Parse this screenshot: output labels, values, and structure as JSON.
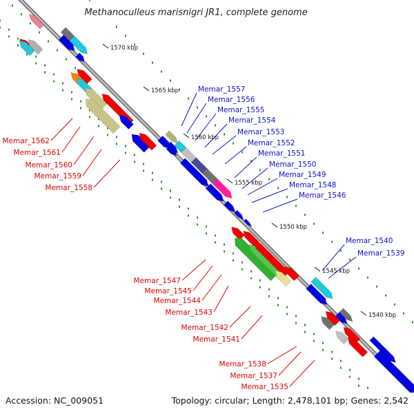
{
  "title": "Methanoculleus marisnigri JR1, complete genome",
  "accession": "Accession: NC_009051",
  "summary": "Topology: circular; Length: 2,478,101 bp; Genes: 2,542",
  "colors": {
    "forward_label": "#1010c8",
    "reverse_label": "#e00000",
    "backbone": "#7f7f7f",
    "tick_dots": "#2a8f2a"
  },
  "ticks": [
    {
      "label": "1570 kbp"
    },
    {
      "label": "1565 kbp"
    },
    {
      "label": "1560 kbp"
    },
    {
      "label": "1555 kbp"
    },
    {
      "label": "1550 kbp"
    },
    {
      "label": "1545 kbp"
    },
    {
      "label": "1540 kbp"
    }
  ],
  "forward_labels": [
    "Memar_1557",
    "Memar_1556",
    "Memar_1555",
    "Memar_1554",
    "Memar_1553",
    "Memar_1552",
    "Memar_1551",
    "Memar_1550",
    "Memar_1549",
    "Memar_1548",
    "Memar_1546",
    "Memar_1540",
    "Memar_1539"
  ],
  "reverse_labels": [
    "Memar_1562",
    "Memar_1561",
    "Memar_1560",
    "Memar_1559",
    "Memar_1558",
    "Memar_1547",
    "Memar_1545",
    "Memar_1544",
    "Memar_1543",
    "Memar_1542",
    "Memar_1541",
    "Memar_1538",
    "Memar_1537",
    "Memar_1535"
  ]
}
